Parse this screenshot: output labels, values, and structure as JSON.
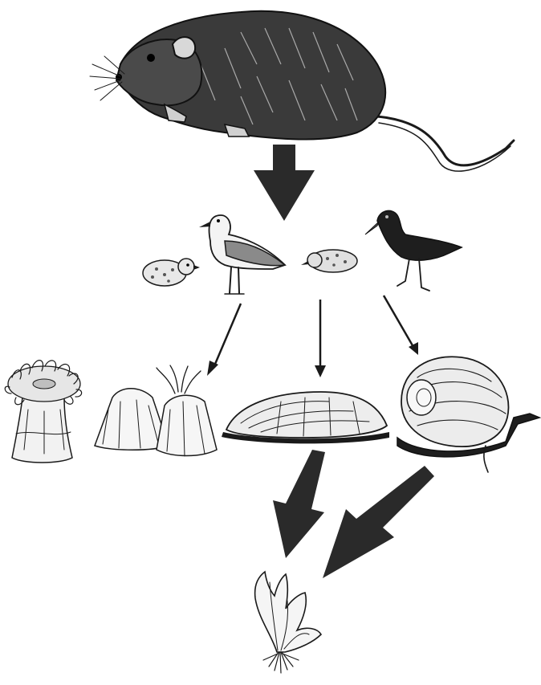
{
  "figure": {
    "organisms": [
      {
        "id": "rat",
        "icon": "rat-icon"
      },
      {
        "id": "gull-chick",
        "icon": "chick-icon"
      },
      {
        "id": "gull",
        "icon": "gull-icon"
      },
      {
        "id": "tern-chick",
        "icon": "chick-icon"
      },
      {
        "id": "oystercatcher",
        "icon": "oystercatcher-icon"
      },
      {
        "id": "sea-anemone",
        "icon": "anemone-icon"
      },
      {
        "id": "barnacles",
        "icon": "barnacle-icon"
      },
      {
        "id": "limpet",
        "icon": "limpet-icon"
      },
      {
        "id": "snail",
        "icon": "snail-icon"
      },
      {
        "id": "seaweed",
        "icon": "seaweed-icon"
      }
    ],
    "links": [
      {
        "from": "rat",
        "to": "birds",
        "style": "bold"
      },
      {
        "from": "birds",
        "to": "barnacles",
        "style": "thin"
      },
      {
        "from": "birds",
        "to": "limpet",
        "style": "thin"
      },
      {
        "from": "birds",
        "to": "snail",
        "style": "thin"
      },
      {
        "from": "limpet",
        "to": "seaweed",
        "style": "bold"
      },
      {
        "from": "snail",
        "to": "seaweed",
        "style": "bold"
      }
    ],
    "colors": {
      "ink": "#1a1a1a",
      "background": "#ffffff"
    }
  }
}
